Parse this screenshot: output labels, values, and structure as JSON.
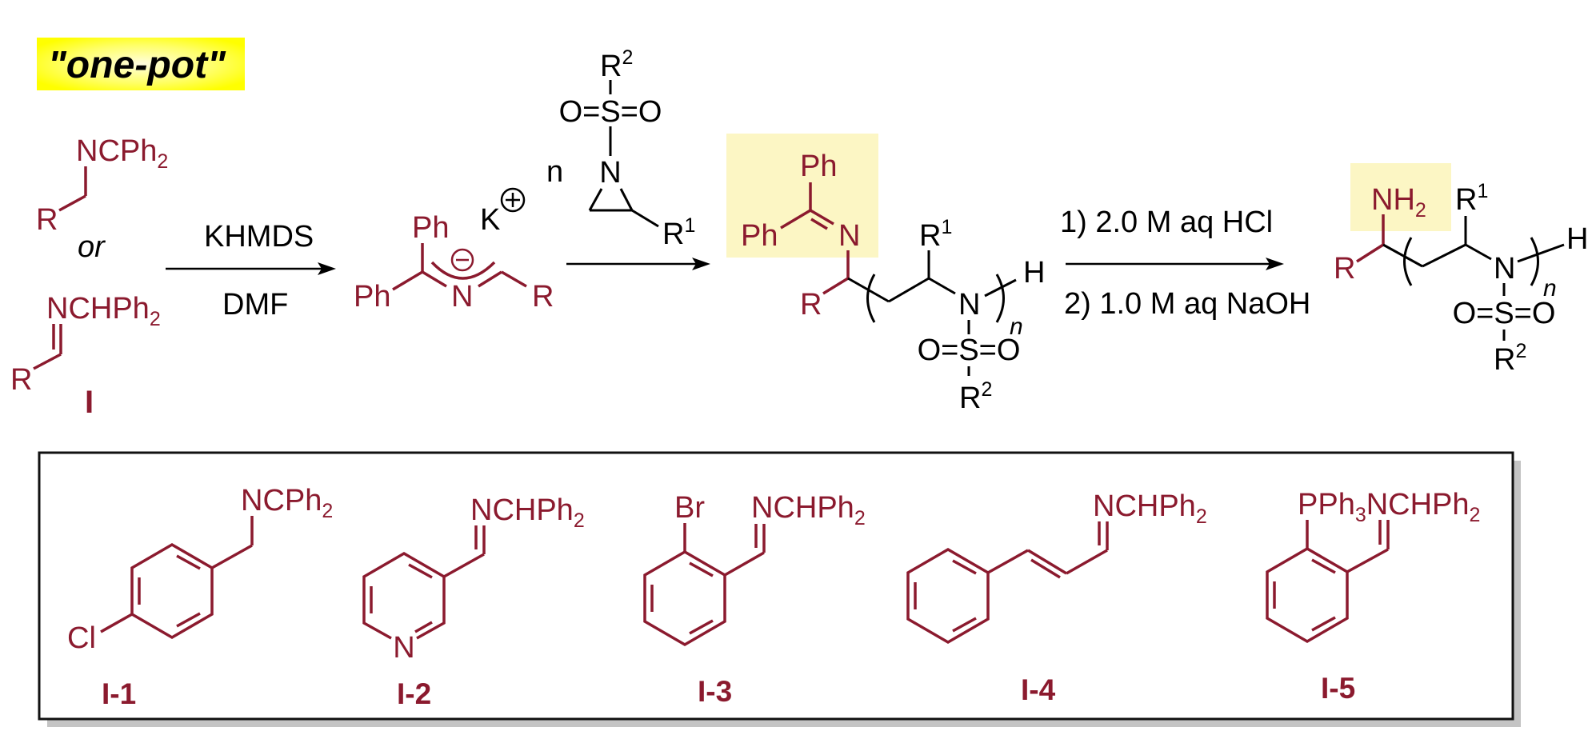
{
  "badge": "\"one-pot\"",
  "start": {
    "imine_ketimine": {
      "text": "NCPh",
      "sub": "2"
    },
    "r_top": "R",
    "or": "or",
    "imine_aldimine": {
      "text": "NCHPh",
      "sub": "2"
    },
    "r_bottom": "R",
    "label": "I"
  },
  "step1": {
    "base": "KHMDS",
    "solvent": "DMF"
  },
  "anion": {
    "ph_top": "Ph",
    "ph_left": "Ph",
    "n": "N",
    "r": "R",
    "counterion": "K"
  },
  "aziridine": {
    "equiv": "n",
    "r2": "R",
    "r2_sup": "2",
    "sulfonyl": "O=S=O",
    "n": "N",
    "r1": "R",
    "r1_sup": "1"
  },
  "intermediate": {
    "ph_top": "Ph",
    "ph_left": "Ph",
    "n_imine": "N",
    "r": "R",
    "r1": "R",
    "r1_sup": "1",
    "n_amide": "N",
    "h": "H",
    "repeat": "n",
    "sulfonyl": "O=S=O",
    "r2": "R",
    "r2_sup": "2"
  },
  "step2": {
    "line1": "1) 2.0 M aq HCl",
    "line2": "2) 1.0 M aq NaOH"
  },
  "product": {
    "amine": "NH",
    "amine_sub": "2",
    "r": "R",
    "r1": "R",
    "r1_sup": "1",
    "n_amide": "N",
    "h": "H",
    "repeat": "n",
    "sulfonyl": "O=S=O",
    "r2": "R",
    "r2_sup": "2"
  },
  "examples": [
    {
      "label": "I-1",
      "group": "NCPh",
      "group_sub": "2",
      "substituent": "Cl"
    },
    {
      "label": "I-2",
      "group": "NCHPh",
      "group_sub": "2",
      "ring_atom": "N"
    },
    {
      "label": "I-3",
      "group": "NCHPh",
      "group_sub": "2",
      "substituent": "Br"
    },
    {
      "label": "I-4",
      "group": "NCHPh",
      "group_sub": "2"
    },
    {
      "label": "I-5",
      "substituent": "PPh",
      "substituent_sub": "3",
      "group": "NCHPh",
      "group_sub": "2"
    }
  ],
  "colors": {
    "substrate": "#8b1a2e",
    "reagent": "#000000",
    "highlight": "#fcf6c4",
    "badge": "#ffff00"
  }
}
